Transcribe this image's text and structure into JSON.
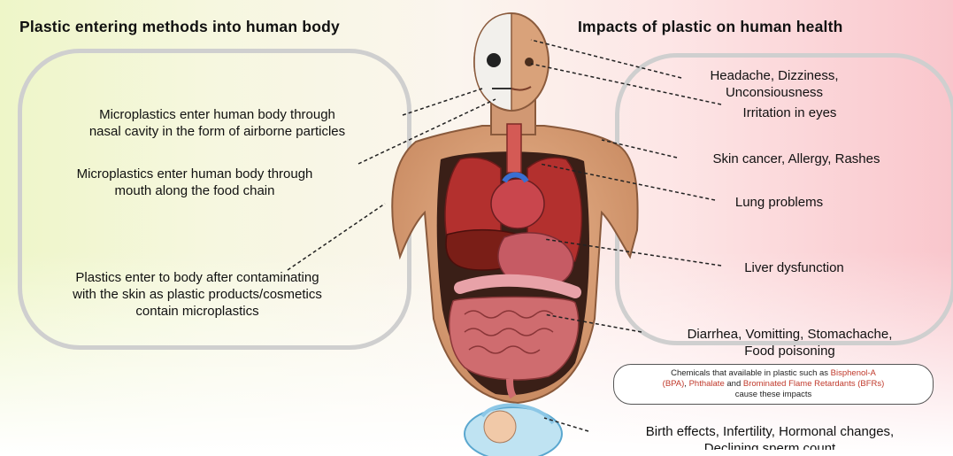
{
  "titles": {
    "left": "Plastic entering methods into human body",
    "right": "Impacts of plastic on human health"
  },
  "entry_methods": [
    {
      "line1": "Microplastics enter human body through",
      "line2": "nasal cavity in the form of airborne particles"
    },
    {
      "line1": "Microplastics enter human body through",
      "line2": "mouth along the food chain"
    },
    {
      "line1": "Plastics enter to body after contaminating",
      "line2": "with the skin as plastic products/cosmetics",
      "line3": "contain microplastics"
    }
  ],
  "impacts": [
    {
      "line1": "Headache, Dizziness,",
      "line2": "Unconsiousness"
    },
    {
      "line1": "Irritation in eyes"
    },
    {
      "line1": "Skin cancer, Allergy, Rashes"
    },
    {
      "line1": "Lung problems"
    },
    {
      "line1": "Liver dysfunction"
    },
    {
      "line1": "Diarrhea, Vomitting, Stomachache,",
      "line2": "Food poisoning"
    },
    {
      "line1": "Birth effects, Infertility, Hormonal changes,",
      "line2": "Declining sperm count"
    }
  ],
  "chemicals_note": {
    "part1": "Chemicals that available in plastic such as ",
    "bpa": "Bisphenol-A",
    "line2_a": "(BPA)",
    "sep1": ", ",
    "phthalate": "Phthalate",
    "and": " and ",
    "bfr": "Brominated Flame Retardants (BFRs)",
    "line3": "cause these impacts"
  },
  "colors": {
    "skin": "#d9a27a",
    "organ": "#b3302e",
    "panel_border": "#cfcfcf",
    "chem_highlight": "#c0392b"
  }
}
